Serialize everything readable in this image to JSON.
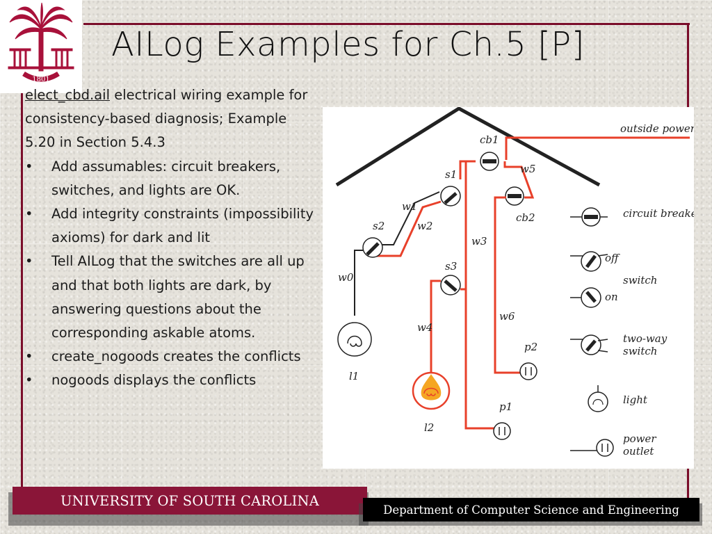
{
  "slide": {
    "title": "AILog Examples for Ch.5 [P]",
    "logo": {
      "icon": "university-palmetto-seal-icon",
      "year": "1801"
    },
    "intro": {
      "link": "elect_cbd.ail",
      "text": " electrical wiring example for consistency-based diagnosis; Example 5.20 in Section 5.4.3"
    },
    "bullets": [
      "Add assumables: circuit breakers, switches, and lights are OK.",
      "Add integrity constraints (impossibility axioms) for dark and lit",
      "Tell AILog that the switches are all up and that both lights are dark, by answering questions about the corresponding askable atoms.",
      "create_nogoods  creates the conflicts",
      "nogoods displays the conflicts"
    ],
    "bullet_char": "•"
  },
  "diagram": {
    "labels": {
      "outside_power": "outside power",
      "cb1": "cb1",
      "cb2": "cb2",
      "s1": "s1",
      "s2": "s2",
      "s3": "s3",
      "w0": "w0",
      "w1": "w1",
      "w2": "w2",
      "w3": "w3",
      "w4": "w4",
      "w5": "w5",
      "w6": "w6",
      "l1": "l1",
      "l2": "l2",
      "p1": "p1",
      "p2": "p2"
    },
    "legend": {
      "circuit_breaker": "circuit breaker",
      "off": "off",
      "switch": "switch",
      "on": "on",
      "two_way_1": "two-way",
      "two_way_2": "switch",
      "light": "light",
      "power_1": "power",
      "power_2": "outlet"
    },
    "colors": {
      "live_wire": "#e8402a",
      "dead_wire": "#222222",
      "lit_bulb": "#f5a623"
    }
  },
  "footer": {
    "university": "UNIVERSITY OF SOUTH CAROLINA",
    "department": "Department of Computer Science and Engineering"
  },
  "colors": {
    "garnet": "#8a1538",
    "black": "#000000"
  }
}
